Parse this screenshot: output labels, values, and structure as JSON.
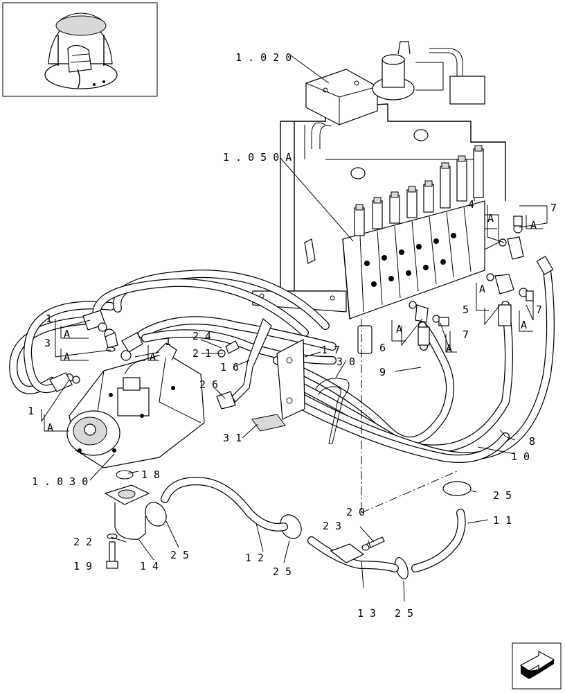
{
  "refs": {
    "r1020": "1 . 0 2 0",
    "r1050a": "1 . 0 5 0 A",
    "r1030": "1 . 0 3 0"
  },
  "callouts": {
    "c1a": "1",
    "c1b": "1",
    "c1c": "1",
    "c3": "3",
    "c4": "4",
    "c5": "5",
    "c6": "6",
    "c7a": "7",
    "c7b": "7",
    "c7c": "7",
    "c8": "8",
    "c9": "9",
    "c10": "1 0",
    "c11": "1 1",
    "c12": "1 2",
    "c13": "1 3",
    "c14": "1 4",
    "c16": "1 6",
    "c17": "1 7",
    "c18": "1 8",
    "c19": "1 9",
    "c20": "2 0",
    "c21": "2 1",
    "c22": "2 2",
    "c23": "2 3",
    "c24": "2 4",
    "c25a": "2 5",
    "c25b": "2 5",
    "c25c": "2 5",
    "c25d": "2 5",
    "c26": "2 6",
    "c30": "3 0",
    "c31": "3 1"
  },
  "marker": "A",
  "icons": {
    "thumbnail": "machine-overview-thumbnail",
    "nav": "next-page-arrow-icon"
  }
}
